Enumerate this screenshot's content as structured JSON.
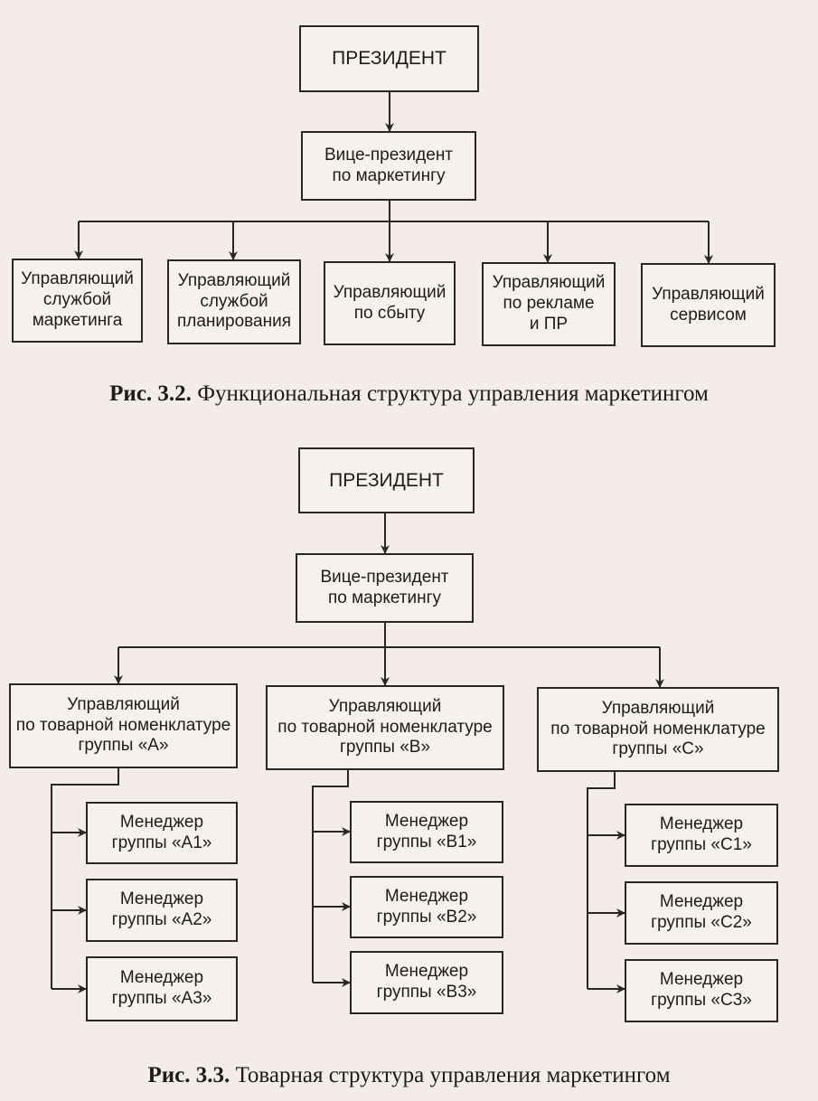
{
  "figure1": {
    "president": "ПРЕЗИДЕНТ",
    "vice_president": "Вице-президент\nпо маркетингу",
    "managers": [
      "Управляющий\nслужбой\nмаркетинга",
      "Управляющий\nслужбой\nпланирования",
      "Управляющий\nпо сбыту",
      "Управляющий\nпо рекламе\nи ПР",
      "Управляющий\nсервисом"
    ],
    "caption_number": "Рис. 3.2.",
    "caption_text": "Функциональная структура управления маркетингом"
  },
  "figure2": {
    "president": "ПРЕЗИДЕНТ",
    "vice_president": "Вице-президент\nпо маркетингу",
    "groups": [
      {
        "manager": "Управляющий\nпо товарной номенклатуре\nгруппы «А»",
        "subs": [
          "Менеджер\nгруппы «А1»",
          "Менеджер\nгруппы «А2»",
          "Менеджер\nгруппы «А3»"
        ]
      },
      {
        "manager": "Управляющий\nпо товарной номенклатуре\nгруппы «В»",
        "subs": [
          "Менеджер\nгруппы «В1»",
          "Менеджер\nгруппы «В2»",
          "Менеджер\nгруппы «В3»"
        ]
      },
      {
        "manager": "Управляющий\nпо товарной номенклатуре\nгруппы «С»",
        "subs": [
          "Менеджер\nгруппы «С1»",
          "Менеджер\nгруппы «С2»",
          "Менеджер\nгруппы «С3»"
        ]
      }
    ],
    "caption_number": "Рис. 3.3.",
    "caption_text": "Товарная структура управления маркетингом"
  }
}
